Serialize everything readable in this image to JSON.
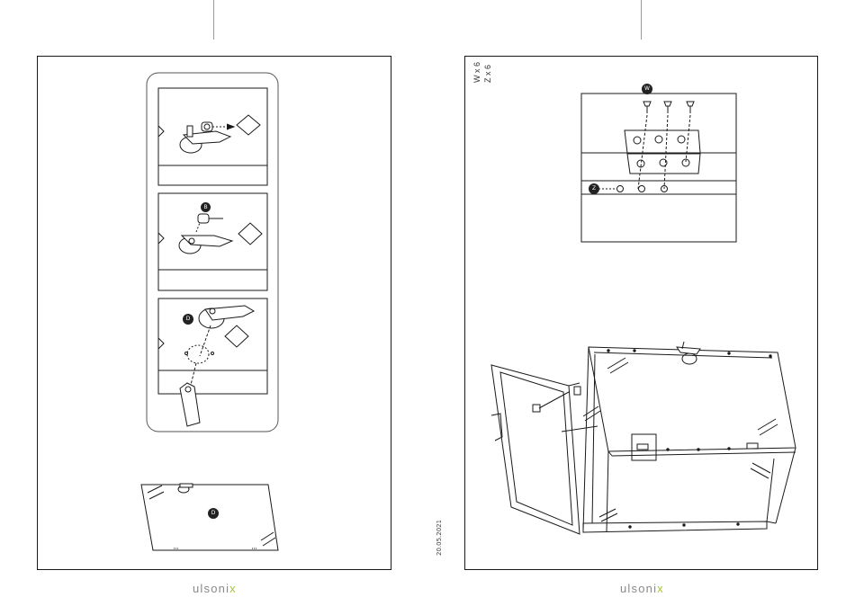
{
  "left_page": {
    "brand_main": "ulsoni",
    "brand_accent": "x",
    "steps": [
      {
        "badge": ""
      },
      {
        "badge": "B"
      },
      {
        "badge": "D"
      }
    ],
    "bottom_badge": "D"
  },
  "right_page": {
    "brand_main": "ulsoni",
    "brand_accent": "x",
    "date": "20.05.2021",
    "parts": [
      "W x 6",
      "Z x 6"
    ],
    "top_badge": "W",
    "side_badge": "Z"
  },
  "colors": {
    "line": "#1a1a1a",
    "brand_text": "#8a8a8a",
    "brand_accent": "#a3c73a"
  }
}
